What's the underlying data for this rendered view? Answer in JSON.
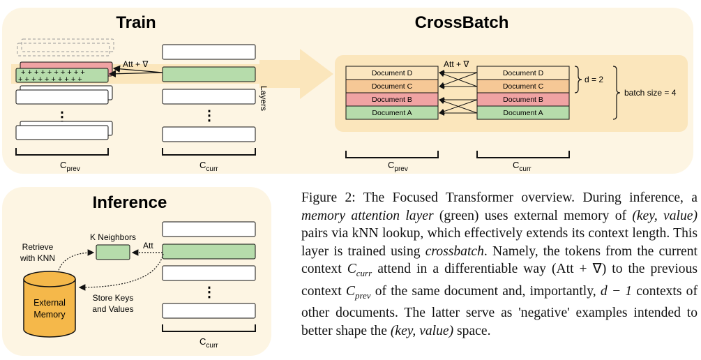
{
  "train": {
    "title": "Train",
    "att_label": "Att + ∇",
    "layers_label": "Layers",
    "plus_row": "+ + + + + + + + + +",
    "minus_row": "− − − − − − − − −",
    "dots": "⋮",
    "cprev": {
      "base": "C",
      "sub": "prev"
    },
    "ccurr": {
      "base": "C",
      "sub": "curr"
    }
  },
  "crossbatch": {
    "title": "CrossBatch",
    "att_label": "Att + ∇",
    "prev_docs": [
      "Document D",
      "Document C",
      "Document B",
      "Document A"
    ],
    "curr_docs": [
      "Document D",
      "Document C",
      "Document B",
      "Document A"
    ],
    "d_label": "d = 2",
    "batch_label": "batch size = 4",
    "cprev": {
      "base": "C",
      "sub": "prev"
    },
    "ccurr": {
      "base": "C",
      "sub": "curr"
    },
    "doc_colors": [
      "#fbe6bf",
      "#f6c896",
      "#f0a3a3",
      "#b6dcab"
    ]
  },
  "inference": {
    "title": "Inference",
    "k_neighbors": "K Neighbors",
    "att": "Att",
    "retrieve_1": "Retrieve",
    "retrieve_2": "with KNN",
    "store_1": "Store Keys",
    "store_2": "and Values",
    "memory_1": "External",
    "memory_2": "Memory",
    "dots": "⋮",
    "ccurr": {
      "base": "C",
      "sub": "curr"
    }
  },
  "caption": {
    "p1": "Figure 2: The Focused Transformer overview. During inference, a ",
    "p2": "memory attention layer",
    "p3": " (green) uses external memory of ",
    "p4": "(key, value)",
    "p5": " pairs via kNN lookup, which effectively extends its context length. This layer is trained using ",
    "p6": "crossbatch",
    "p7": ". Namely, the tokens from the current context ",
    "p8": "C",
    "p8s": "curr",
    "p9": " attend in a differentiable way (Att + ∇) to the previous context ",
    "p10": "C",
    "p10s": "prev",
    "p11": " of the same document and, importantly, ",
    "p12": "d − 1",
    "p13": " contexts of other documents. The latter serve as 'negative' examples intended to better shape the ",
    "p14": "(key, value)",
    "p15": " space."
  },
  "colors": {
    "panel": "#fdf5e3",
    "band": "#fbe6bc",
    "green": "#b6dcab",
    "red": "#f0a3a3",
    "memory": "#f5b84a"
  }
}
